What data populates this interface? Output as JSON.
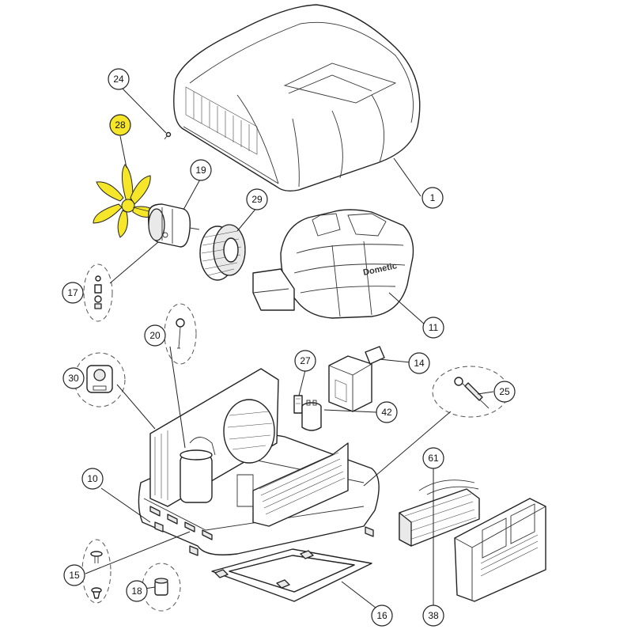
{
  "highlight_color": "#f5e62a",
  "callouts": [
    {
      "id": "c1",
      "label": "1"
    },
    {
      "id": "c24",
      "label": "24"
    },
    {
      "id": "c28",
      "label": "28"
    },
    {
      "id": "c19",
      "label": "19"
    },
    {
      "id": "c29",
      "label": "29"
    },
    {
      "id": "c17",
      "label": "17"
    },
    {
      "id": "c11",
      "label": "11"
    },
    {
      "id": "c20",
      "label": "20"
    },
    {
      "id": "c14",
      "label": "14"
    },
    {
      "id": "c27",
      "label": "27"
    },
    {
      "id": "c30",
      "label": "30"
    },
    {
      "id": "c42",
      "label": "42"
    },
    {
      "id": "c25",
      "label": "25"
    },
    {
      "id": "c61",
      "label": "61"
    },
    {
      "id": "c10",
      "label": "10"
    },
    {
      "id": "c15",
      "label": "15"
    },
    {
      "id": "c18",
      "label": "18"
    },
    {
      "id": "c16",
      "label": "16"
    },
    {
      "id": "c38",
      "label": "38"
    }
  ],
  "brand_mark": "Dometic"
}
